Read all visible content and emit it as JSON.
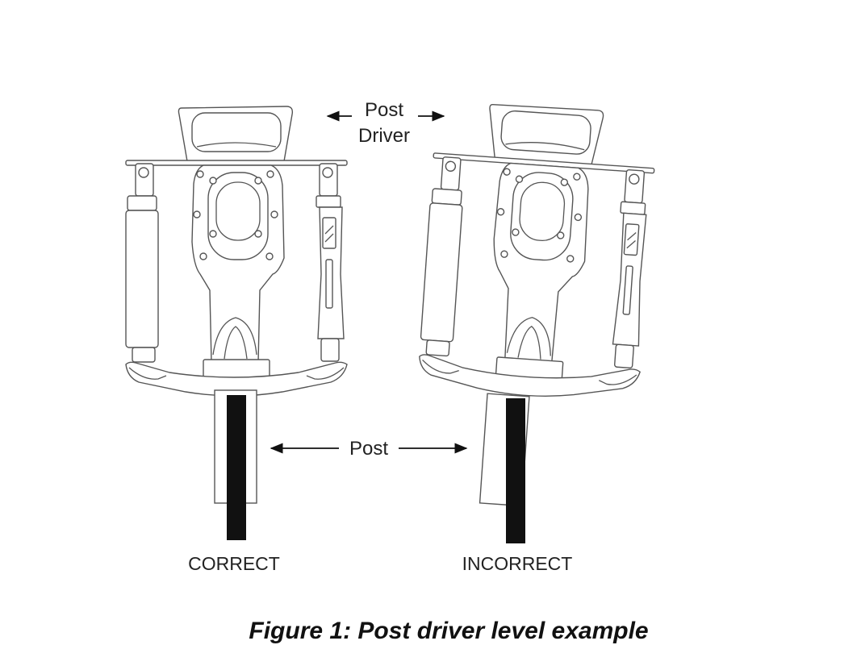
{
  "diagram": {
    "labels": {
      "post_driver": [
        "Post",
        "Driver"
      ],
      "post": "Post",
      "correct": "CORRECT",
      "incorrect": "INCORRECT"
    },
    "figure_caption": "Figure 1: Post driver level example"
  }
}
